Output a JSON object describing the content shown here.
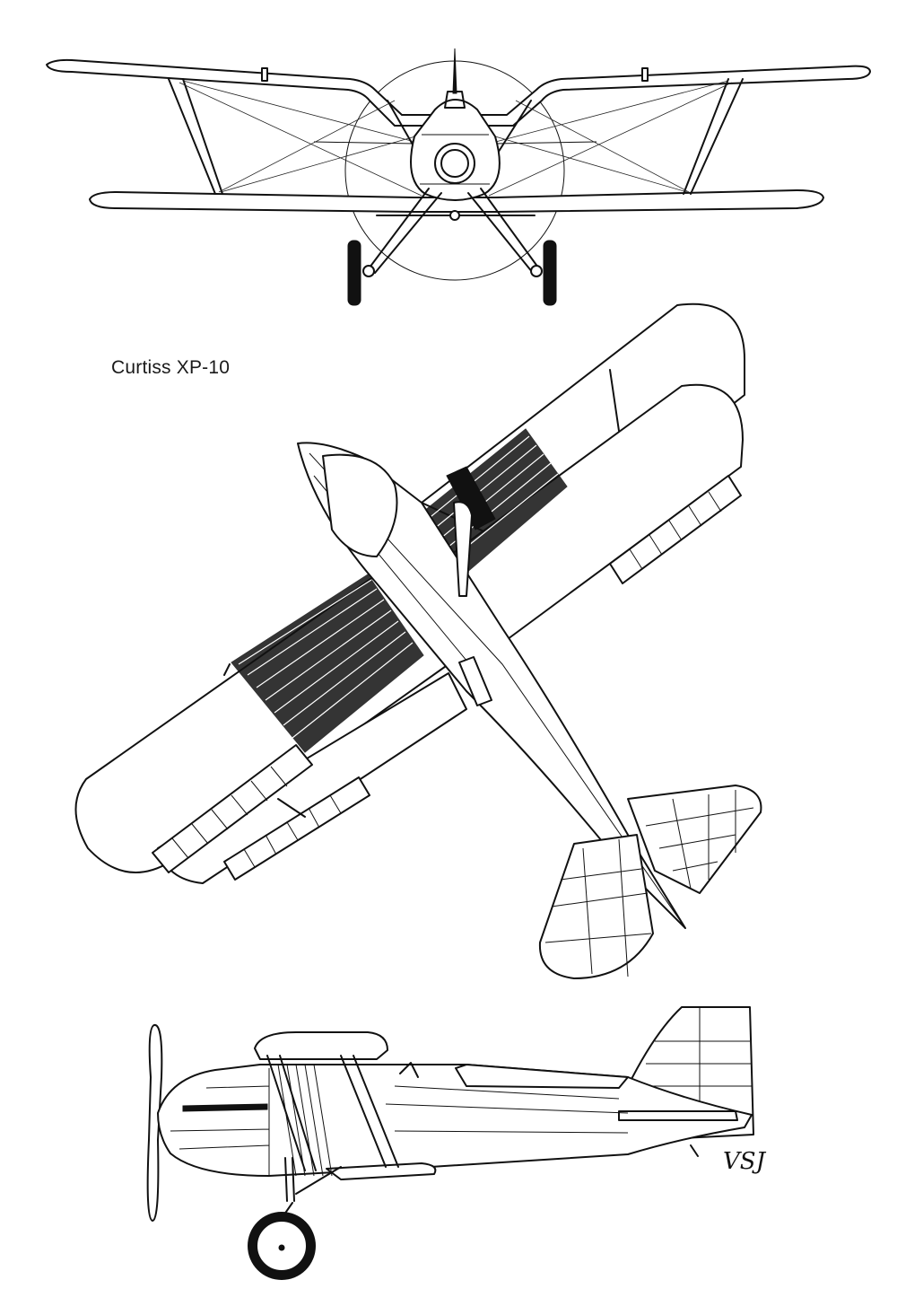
{
  "drawing": {
    "caption": "Curtiss XP-10",
    "signature": "VSJ"
  },
  "views": {
    "front": {
      "icon": "biplane-front-view"
    },
    "plan": {
      "icon": "biplane-plan-view"
    },
    "side": {
      "icon": "biplane-side-view"
    }
  },
  "colors": {
    "ink": "#111111",
    "paper": "#ffffff"
  }
}
